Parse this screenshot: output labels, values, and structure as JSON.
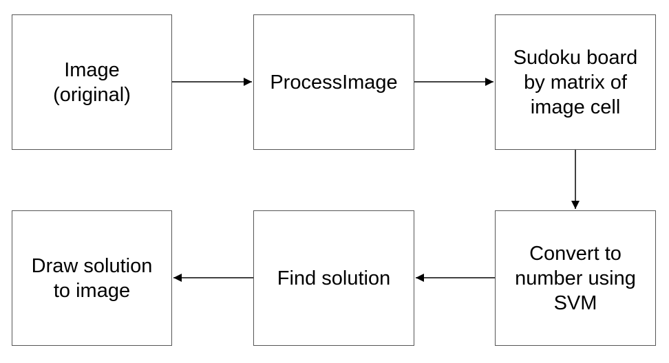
{
  "boxes": {
    "image": {
      "label": "Image\n(original)"
    },
    "process": {
      "label": "ProcessImage"
    },
    "board": {
      "label": "Sudoku board\nby matrix of\nimage cell"
    },
    "convert": {
      "label": "Convert to\nnumber using\nSVM"
    },
    "find": {
      "label": "Find solution"
    },
    "draw": {
      "label": "Draw solution\nto image"
    }
  },
  "colors": {
    "box_border": "#555555",
    "arrow": "#000000",
    "text": "#000000"
  }
}
